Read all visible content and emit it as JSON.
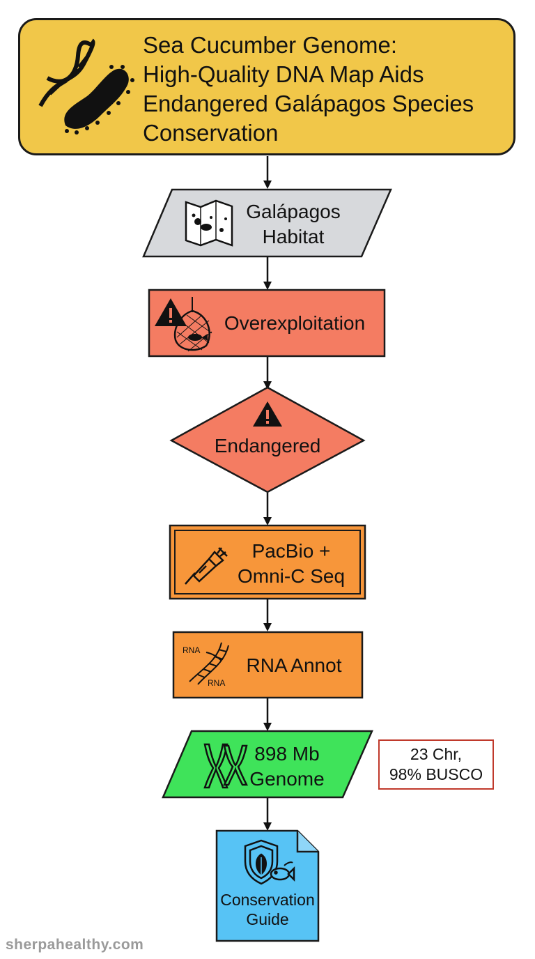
{
  "title": {
    "lines": [
      "Sea Cucumber Genome:",
      "High-Quality DNA Map Aids",
      "Endangered Galápagos Species",
      "Conservation"
    ]
  },
  "nodes": {
    "habitat": {
      "line1": "Galápagos",
      "line2": "Habitat"
    },
    "overexploitation": {
      "label": "Overexploitation"
    },
    "endangered": {
      "label": "Endangered"
    },
    "sequencing": {
      "line1": "PacBio +",
      "line2": "Omni-C Seq"
    },
    "rna": {
      "label": "RNA Annot",
      "icon_text_1": "RNA",
      "icon_text_2": "RNA"
    },
    "genome": {
      "line1": "898 Mb",
      "line2": "Genome"
    },
    "guide": {
      "line1": "Conservation",
      "line2": "Guide"
    }
  },
  "annotation": {
    "line1": "23 Chr,",
    "line2": "98% BUSCO"
  },
  "watermark": "sherpahealthy.com",
  "icons": {
    "title": "dna-sea-cucumber-icon",
    "habitat": "map-icon",
    "overexploitation": "warning-fishing-net-icon",
    "endangered": "warning-icon",
    "sequencing": "pipette-icon",
    "rna": "rna-strand-icon",
    "genome": "chromosome-icon",
    "guide": "shield-leaf-fish-icon"
  },
  "colors": {
    "title": "#f1c749",
    "habitat": "#d7d9dc",
    "overexploitation": "#f47c62",
    "endangered": "#f47c62",
    "sequencing": "#f7963a",
    "rna": "#f7963a",
    "genome": "#3fe35a",
    "guide": "#57c3f5",
    "annotation_border": "#c0392b"
  }
}
